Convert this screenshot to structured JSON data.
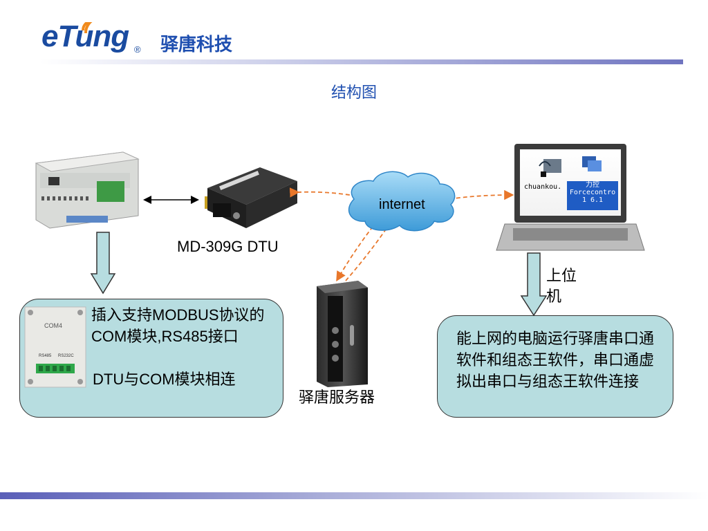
{
  "header": {
    "logo_text": "eTung",
    "registered_mark": "®",
    "brand_cn": "驿唐科技",
    "logo_arc_color": "#f08a1c",
    "logo_color": "#1a4ba0"
  },
  "diagram": {
    "title": "结构图",
    "cloud_label": "internet",
    "dtu_label": "MD-309G DTU",
    "server_label": "驿唐服务器",
    "host_label": "上位机",
    "left_callout": {
      "text1": "插入支持MODBUS协议的COM模块,RS485接口",
      "text2": "DTU与COM模块相连",
      "module_label": "COM4",
      "port_labels": [
        "RS485",
        "RS232C"
      ]
    },
    "right_callout": {
      "text": "能上网的电脑运行驿唐串口通软件和组态王软件，串口通虚拟出串口与组态王软件连接"
    },
    "laptop_screen": {
      "icon1_label": "chuankou.",
      "icon2_lines": [
        "力控",
        "Forcecontro",
        "1 6.1"
      ]
    },
    "colors": {
      "callout_fill": "#b7dde0",
      "arrow_fill": "#b7dde0",
      "dashed_link": "#e8772b",
      "cloud": "#5fb3e6",
      "title": "#1f4fb0"
    }
  }
}
